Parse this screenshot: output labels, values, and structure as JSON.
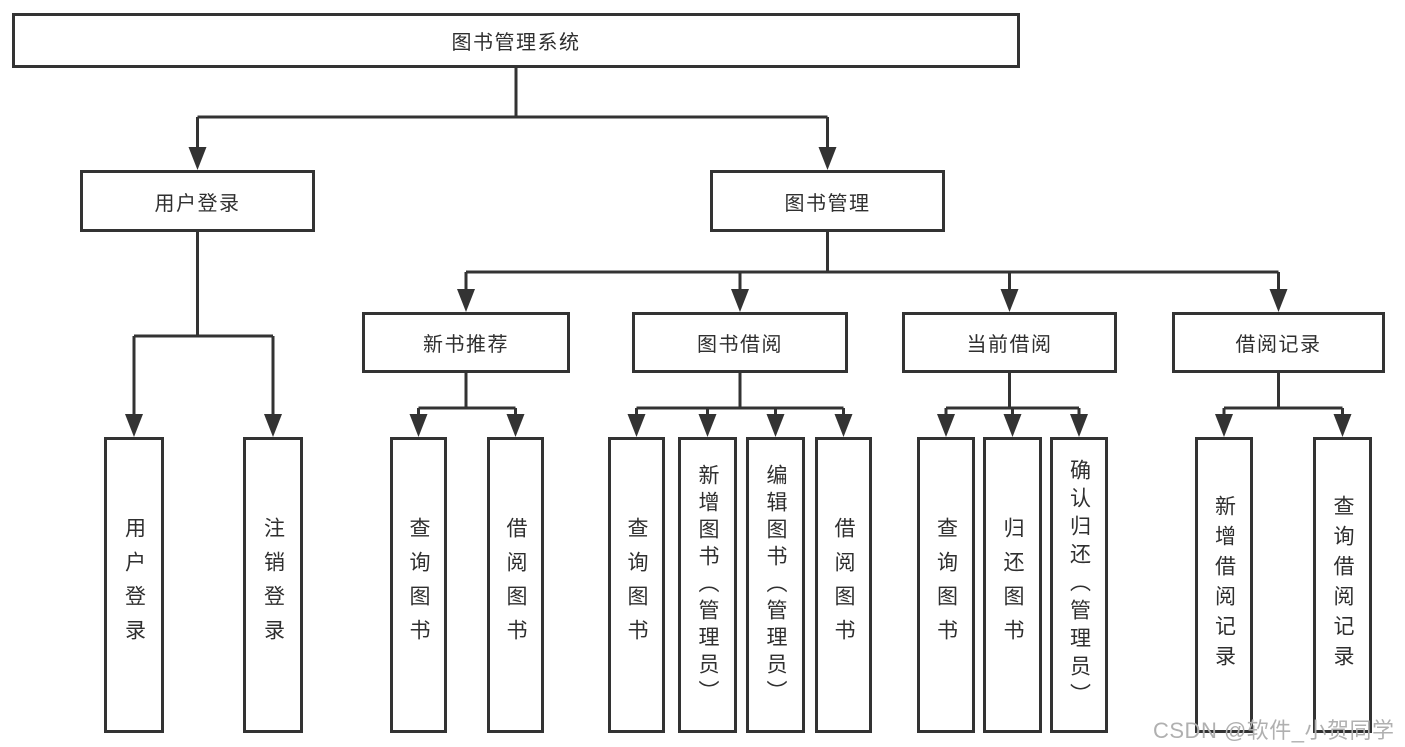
{
  "nodes": {
    "root": "图书管理系统",
    "level2": [
      "用户登录",
      "图书管理"
    ],
    "level3": [
      "新书推荐",
      "图书借阅",
      "当前借阅",
      "借阅记录"
    ],
    "level4_groups": {
      "user_login": [
        "用户登录",
        "注销登录"
      ],
      "new_books": [
        "查询图书",
        "借阅图书"
      ],
      "book_borrow": [
        "查询图书",
        "新增图书（管理员）",
        "编辑图书（管理员）",
        "借阅图书"
      ],
      "current_borrow": [
        "查询图书",
        "归还图书",
        "确认归还（管理员）"
      ],
      "borrow_records": [
        "新增借阅记录",
        "查询借阅记录"
      ]
    }
  },
  "watermark": "CSDN @软件_小贺同学",
  "colors": {
    "line": "#333333",
    "box_border": "#333333",
    "text": "#2f2f2f",
    "watermark": "#b0b0b0",
    "background": "#ffffff"
  }
}
